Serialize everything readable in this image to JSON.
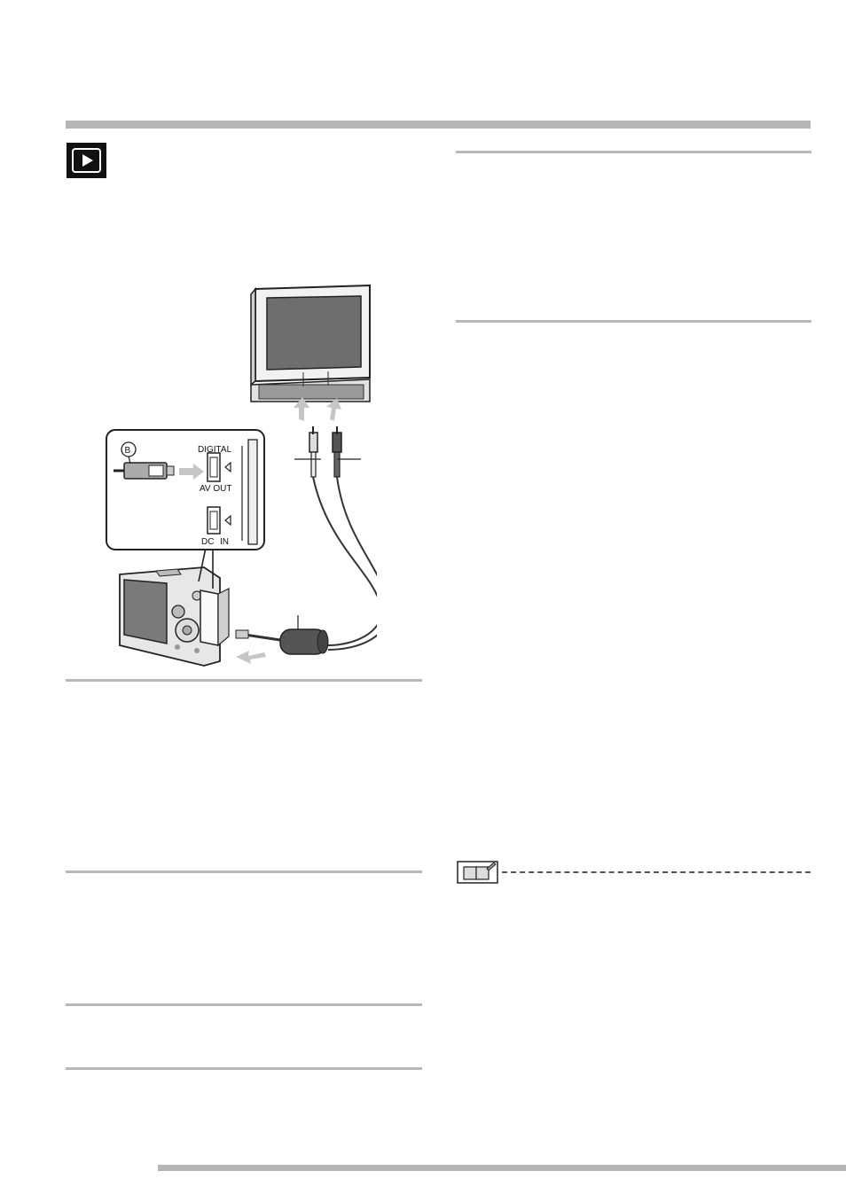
{
  "illustration": {
    "callout_letter": "B",
    "ports": {
      "digital_label": "DIGITAL",
      "av_out_label": "AV OUT",
      "dc_label": "DC",
      "in_label": "IN"
    }
  },
  "icons": {
    "mode": "playback-mode-icon",
    "note": "note-memo-icon"
  }
}
